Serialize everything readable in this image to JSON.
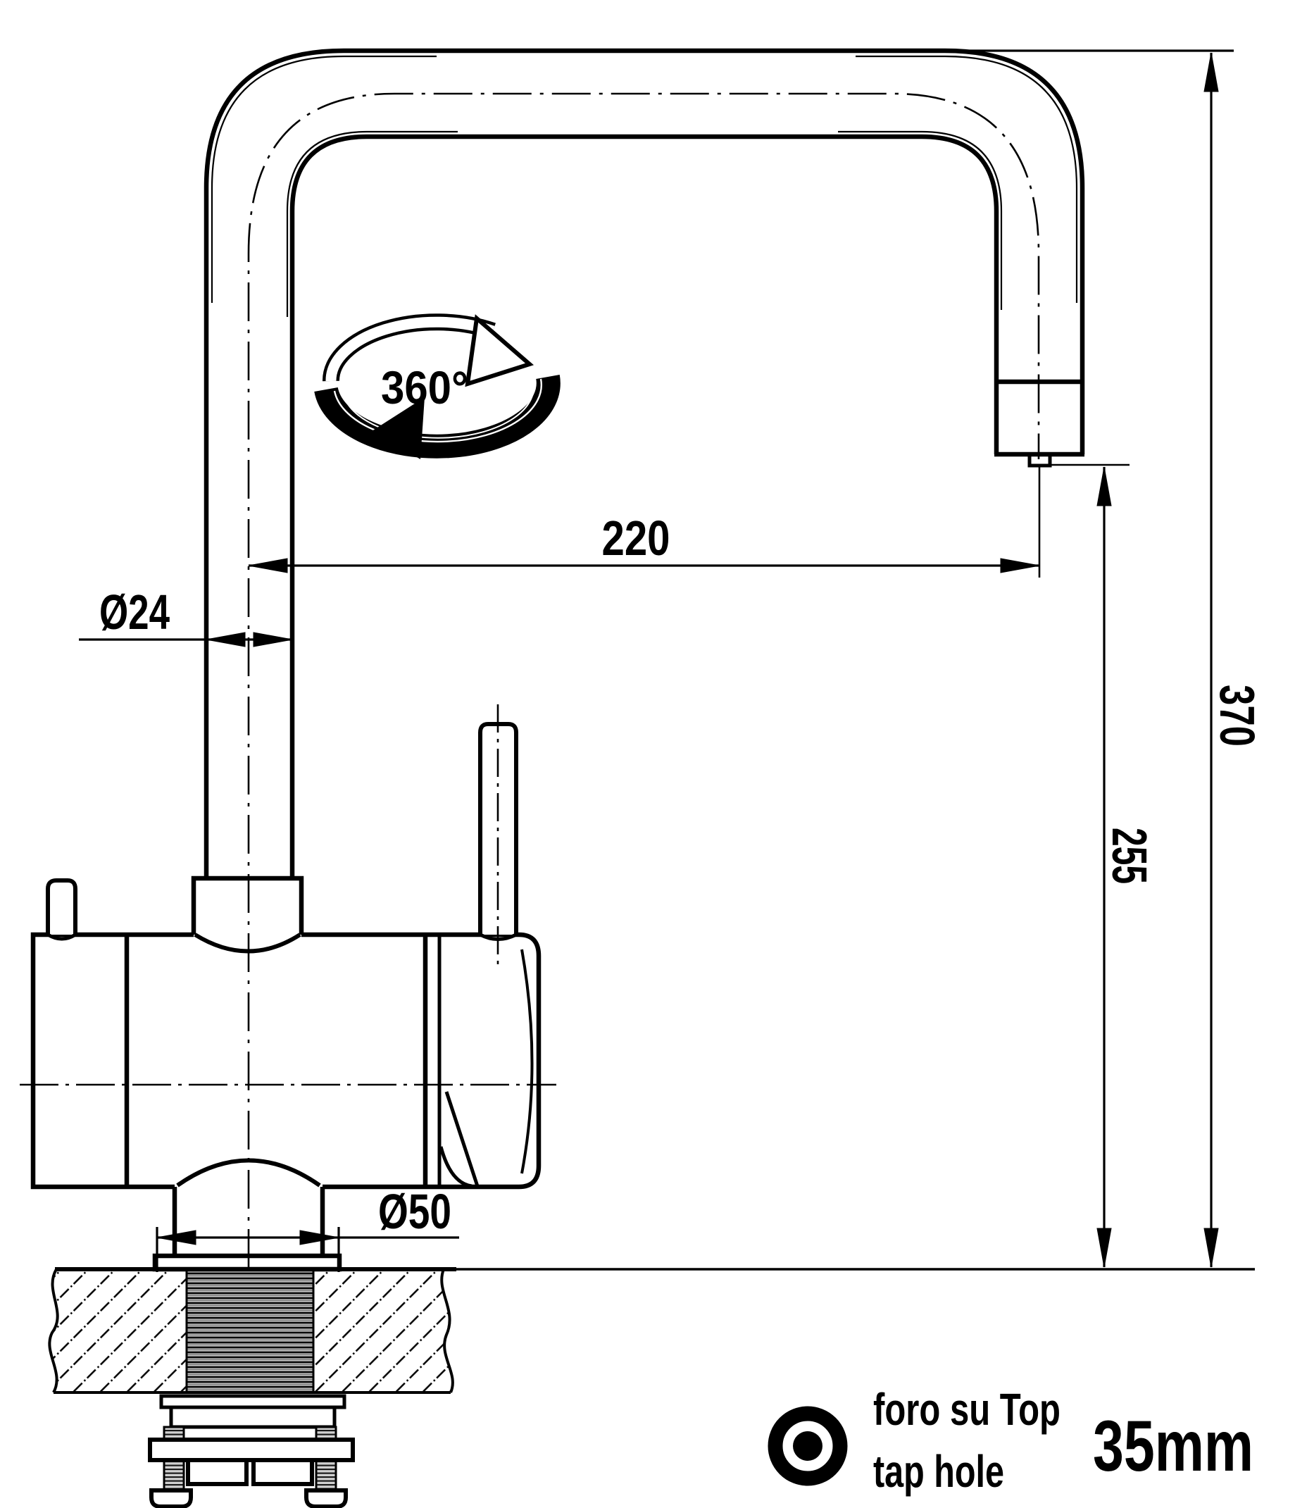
{
  "page": {
    "background": "#ffffff",
    "ink": "#000000"
  },
  "dimensions": {
    "spout_reach": "220",
    "pipe_diameter": "Ø24",
    "flange_diameter": "Ø50",
    "total_height": "370",
    "spout_height": "255",
    "rotation_angle": "360°"
  },
  "legend": {
    "icon": "tap-hole-icon",
    "line1": "foro su Top",
    "line2": "tap hole",
    "hole_diameter": "35mm"
  }
}
